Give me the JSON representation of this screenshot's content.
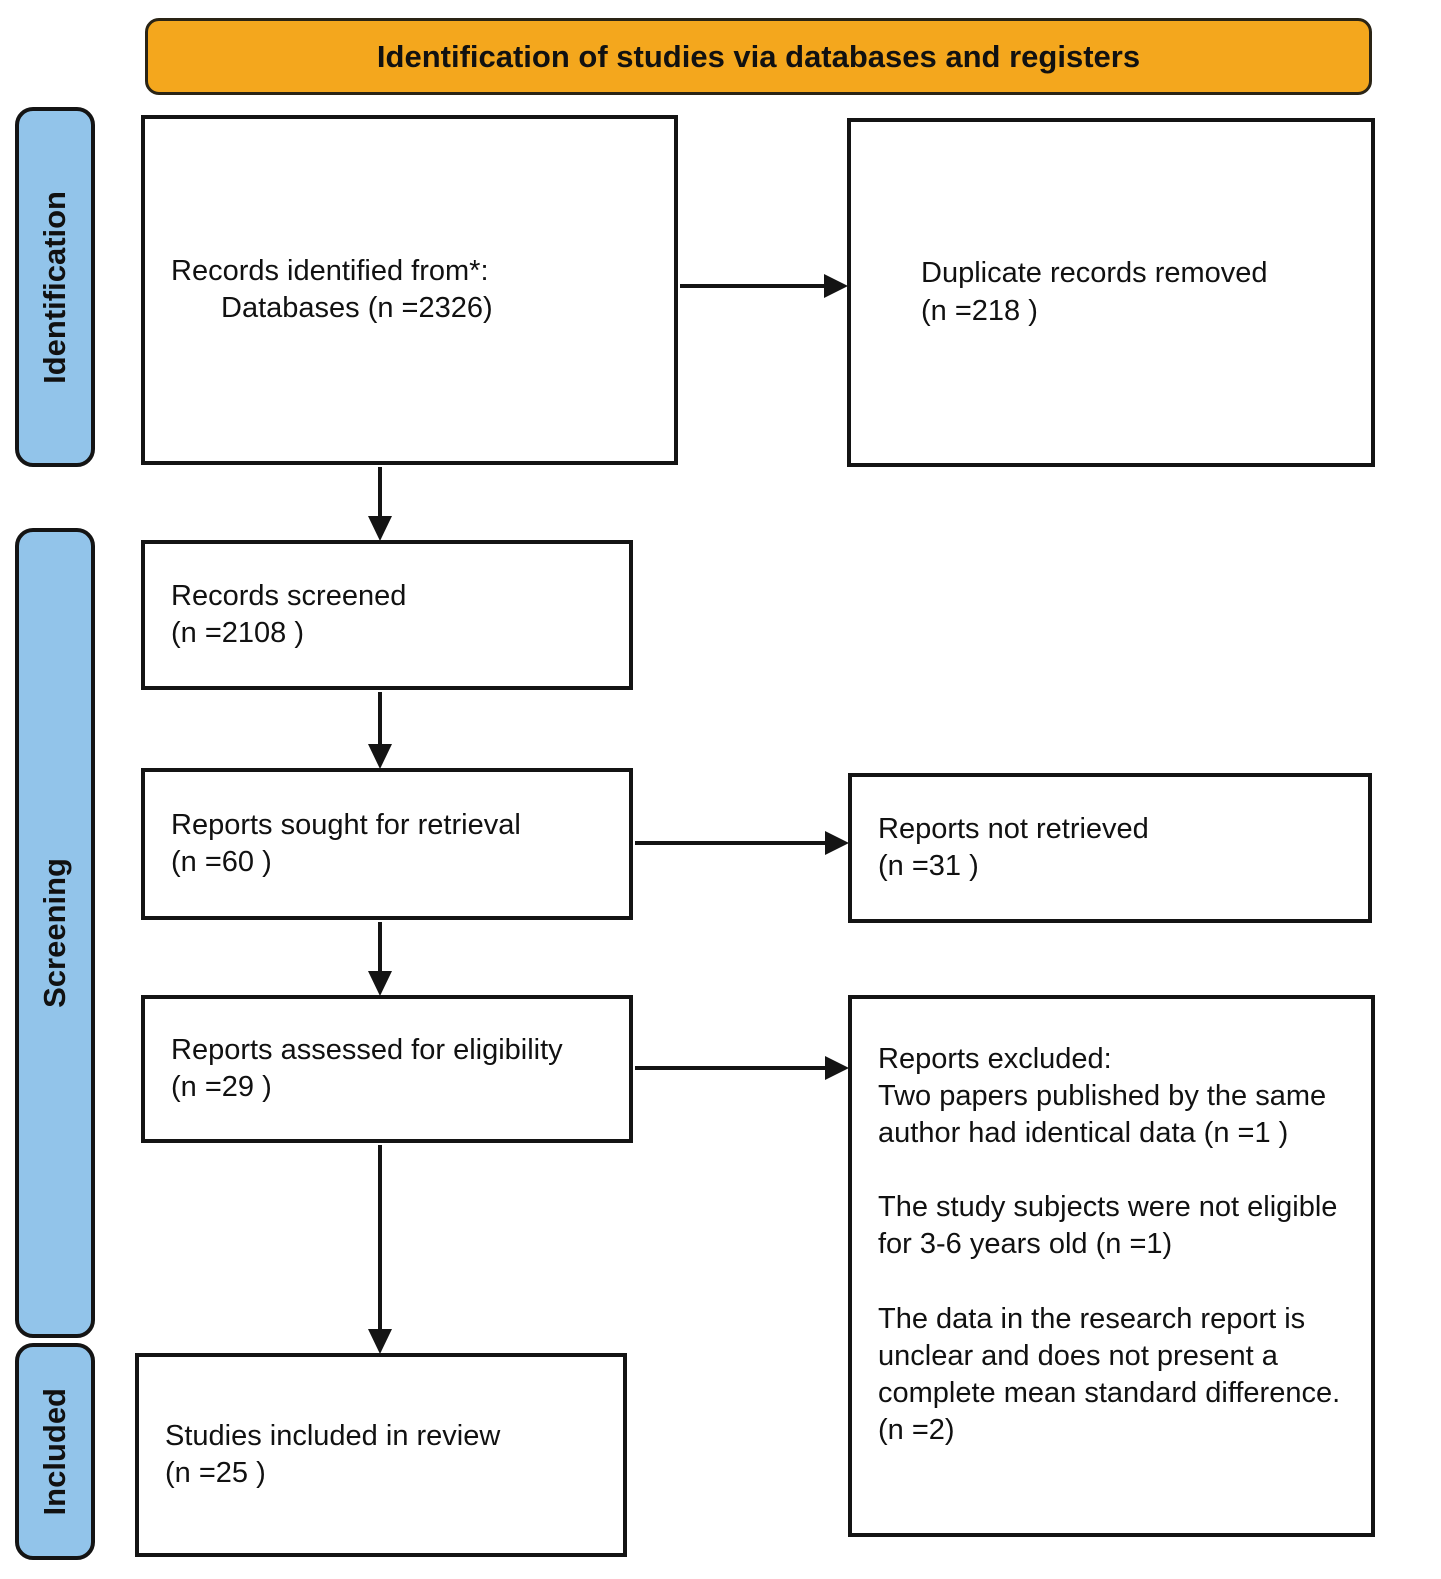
{
  "header": {
    "title": "Identification of studies via databases and registers"
  },
  "stages": [
    {
      "label": "Identification"
    },
    {
      "label": "Screening"
    },
    {
      "label": "Included"
    }
  ],
  "boxes": {
    "records_identified": {
      "lines": [
        "Records identified from*:",
        "Databases (n =2326)"
      ]
    },
    "duplicates_removed": {
      "lines": [
        "Duplicate records removed",
        "(n =218 )"
      ]
    },
    "records_screened": {
      "lines": [
        "Records screened",
        "(n =2108 )"
      ]
    },
    "reports_sought": {
      "lines": [
        "Reports sought for retrieval",
        "(n =60 )"
      ]
    },
    "reports_not_retrieved": {
      "lines": [
        "Reports not retrieved",
        "(n =31 )"
      ]
    },
    "reports_assessed": {
      "lines": [
        "Reports assessed for eligibility",
        "(n =29 )"
      ]
    },
    "reports_excluded": {
      "title": "Reports excluded:",
      "reasons": [
        "Two papers published by the same author had identical data (n =1 )",
        "The study subjects were not eligible for 3-6 years old (n =1)",
        "The data in the research report is unclear and does not present a complete mean standard difference. (n =2)"
      ]
    },
    "studies_included": {
      "lines": [
        "Studies included in review",
        "(n =25 )"
      ]
    }
  },
  "colors": {
    "header_bg": "#F4A71D",
    "stage_bg": "#92C4EA",
    "box_border": "#141414",
    "arrow": "#141414",
    "text": "#111111",
    "background": "#FFFFFF"
  }
}
